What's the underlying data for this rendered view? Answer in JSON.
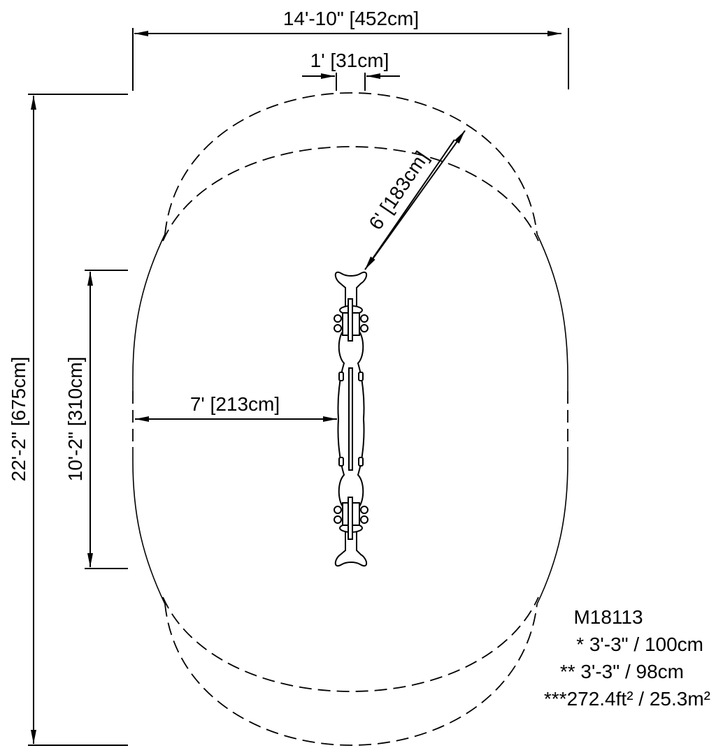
{
  "drawing": {
    "model": "M18113",
    "dimensions": {
      "overall_width": "14'-10\" [452cm]",
      "overall_length": "22'-2\" [675cm]",
      "equipment_length": "10'-2\" [310cm]",
      "equipment_width": "1' [31cm]",
      "side_clearance": "7' [213cm]",
      "end_clearance": "6' [183cm]"
    },
    "notes": [
      "* 3'-3\" / 100cm",
      "** 3'-3\" / 98cm",
      "***272.4ft² / 25.3m²"
    ]
  }
}
